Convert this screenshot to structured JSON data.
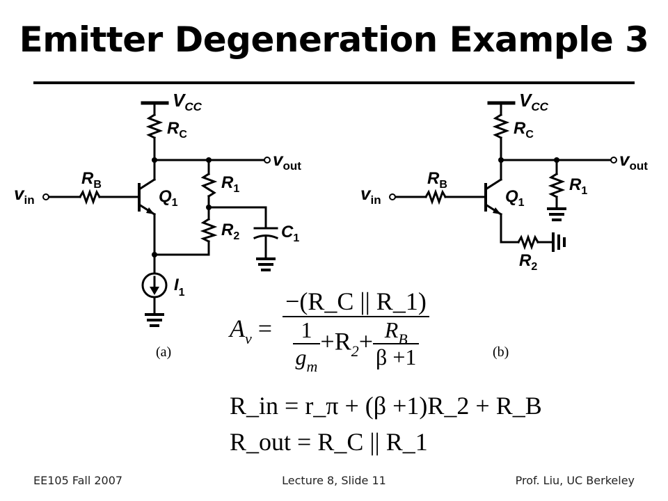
{
  "slide": {
    "title": "Emitter Degeneration Example 3",
    "footer": {
      "left": "EE105 Fall 2007",
      "center": "Lecture 8, Slide 11",
      "right": "Prof. Liu, UC Berkeley"
    }
  },
  "circuit_a": {
    "caption": "(a)",
    "labels": {
      "vcc": "V",
      "vcc_sub": "CC",
      "rc": "R",
      "rc_sub": "C",
      "vout": "v",
      "vout_sub": "out",
      "rb": "R",
      "rb_sub": "B",
      "vin": "v",
      "vin_sub": "in",
      "q": "Q",
      "q_sub": "1",
      "r1": "R",
      "r1_sub": "1",
      "r2": "R",
      "r2_sub": "2",
      "c1": "C",
      "c1_sub": "1",
      "i1": "I",
      "i1_sub": "1"
    }
  },
  "circuit_b": {
    "caption": "(b)",
    "labels": {
      "vcc": "V",
      "vcc_sub": "CC",
      "rc": "R",
      "rc_sub": "C",
      "vout": "v",
      "vout_sub": "out",
      "rb": "R",
      "rb_sub": "B",
      "vin": "v",
      "vin_sub": "in",
      "q": "Q",
      "q_sub": "1",
      "r1": "R",
      "r1_sub": "1",
      "r2": "R",
      "r2_sub": "2"
    }
  },
  "equations": {
    "av": {
      "lhs": "A",
      "lhs_sub": "v",
      "numerator": "−(R_C || R_1)",
      "den_one": "1",
      "den_gm": "g",
      "den_gm_sub": "m",
      "den_plus1": "+R",
      "den_r2_sub": "2",
      "den_plus2": "+",
      "den_rb": "R",
      "den_rb_sub": "B",
      "den_beta": "β +1"
    },
    "rin": "R_in = r_π + (β +1)R_2 + R_B",
    "rout": "R_out = R_C || R_1"
  }
}
